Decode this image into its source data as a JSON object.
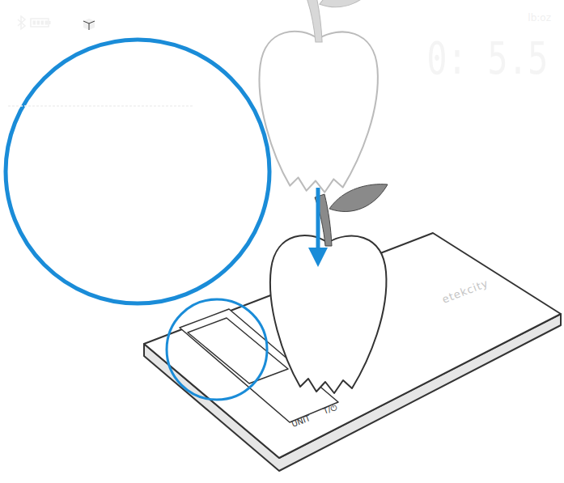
{
  "diagram": {
    "nodes": [
      {
        "text": [
          "lb:oz",
          "0: 5.5"
        ]
      }
    ],
    "labels": [
      "UNIT",
      "T/⏻",
      "etekcity"
    ]
  }
}
